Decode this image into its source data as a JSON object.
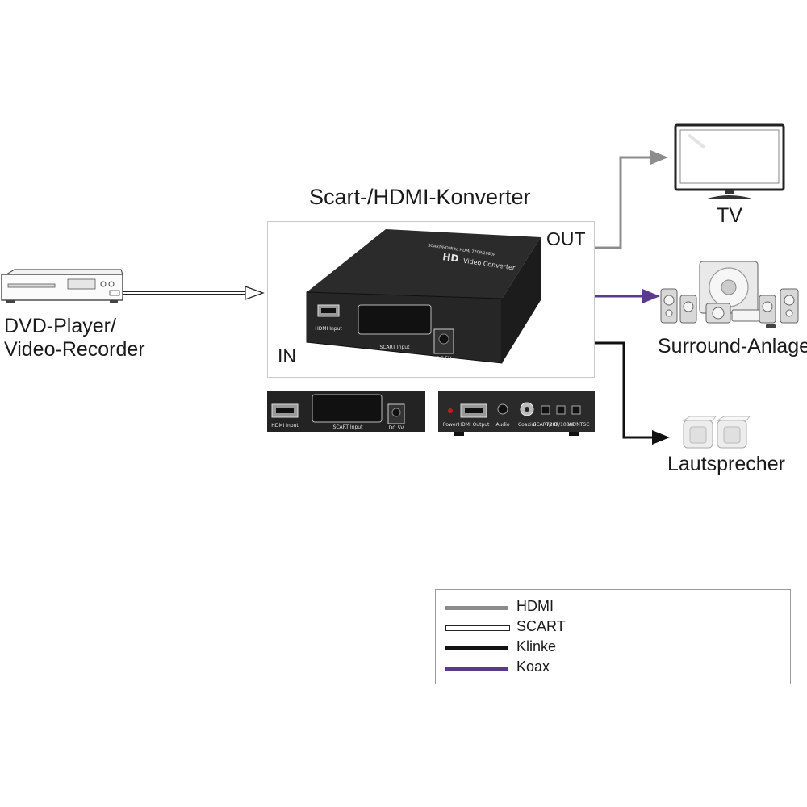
{
  "title": "Scart-/HDMI-Konverter",
  "ports": {
    "in": "IN",
    "out": "OUT"
  },
  "devices": {
    "source": {
      "line1": "DVD-Player/",
      "line2": "Video-Recorder"
    },
    "tv": "TV",
    "surround": "Surround-Anlage",
    "speakers": "Lautsprecher"
  },
  "converter_labels": {
    "top_brand": "HD",
    "top_model": "Video Converter",
    "top_sub": "SCART/HDMI to HDMI 720P/1080P",
    "hdmi_input": "HDMI Input",
    "scart_input": "SCART Input",
    "dc": "DC 5V",
    "power": "Power",
    "hdmi_output": "HDMI Output",
    "audio": "Audio",
    "coaxial": "Coaxial",
    "scart_hd": "SCART/HD",
    "res": "720P/1080P",
    "pal_ntsc": "PAL/NTSC"
  },
  "legend": [
    {
      "label": "HDMI",
      "color": "#8c8c8c",
      "style": "solid"
    },
    {
      "label": "SCART",
      "color": "#222222",
      "style": "hollow"
    },
    {
      "label": "Klinke",
      "color": "#111111",
      "style": "solid"
    },
    {
      "label": "Koax",
      "color": "#5b3a8e",
      "style": "solid"
    }
  ]
}
